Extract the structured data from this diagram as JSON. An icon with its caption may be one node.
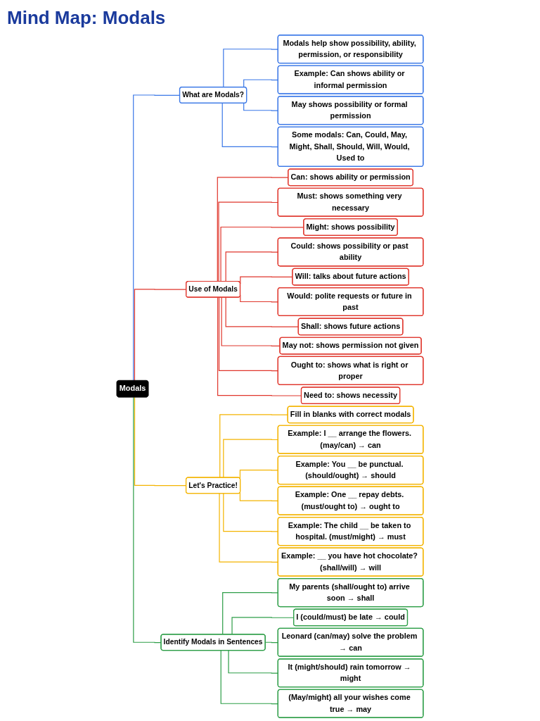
{
  "diagram": {
    "title": "Mind Map: Modals",
    "nodes": [
      {
        "text": [
          "Modals"
        ]
      },
      {
        "text": [
          "What are Modals?"
        ]
      },
      {
        "text": [
          "Modals help show possibility, ability, permission, or responsibility"
        ]
      },
      {
        "text": [
          "Example: Can shows ability or informal permission"
        ]
      },
      {
        "text": [
          "May shows possibility or formal permission"
        ]
      },
      {
        "text": [
          "Some modals: Can, Could, May, Might, Shall, Should, Will, Would, Used to"
        ]
      },
      {
        "text": [
          "Use of Modals"
        ]
      },
      {
        "text": [
          "Can: shows ability or permission"
        ]
      },
      {
        "text": [
          "Must: shows something very necessary"
        ]
      },
      {
        "text": [
          "Might: shows possibility"
        ]
      },
      {
        "text": [
          "Could: shows possibility or past ability"
        ]
      },
      {
        "text": [
          "Will: talks about future actions"
        ]
      },
      {
        "text": [
          "Would: polite requests or future in past"
        ]
      },
      {
        "text": [
          "Shall: shows future actions"
        ]
      },
      {
        "text": [
          "May not: shows permission not given"
        ]
      },
      {
        "text": [
          "Ought to: shows what is right or proper"
        ]
      },
      {
        "text": [
          "Need to: shows necessity"
        ]
      },
      {
        "text": [
          "Let's Practice!"
        ]
      },
      {
        "text": [
          "Fill in blanks with correct modals"
        ]
      },
      {
        "text": [
          "Example: I __ arrange the flowers. (may/can) → can"
        ]
      },
      {
        "text": [
          "Example: You __ be punctual. (should/ought) → should"
        ]
      },
      {
        "text": [
          "Example: One __ repay debts. (must/ought to) → ought to"
        ]
      },
      {
        "text": [
          "Example: The child __ be taken to hospital. (must/might) → must"
        ]
      },
      {
        "text": [
          "Example: __ you have hot chocolate? (shall/will) → will"
        ]
      },
      {
        "text": [
          "Identify Modals in Sentences"
        ]
      },
      {
        "text": [
          "My parents (shall/ought to) arrive soon → shall"
        ]
      },
      {
        "text": [
          "I (could/must) be late → could"
        ]
      },
      {
        "text": [
          "Leonard (can/may) solve the problem → can"
        ]
      },
      {
        "text": [
          "It (might/should) rain tomorrow → might"
        ]
      },
      {
        "text": [
          "(May/might) all your wishes come true → may"
        ]
      }
    ],
    "edges": [
      {
        "from": 0,
        "to": 1,
        "arrow": "none",
        "color": "#3b78e7"
      },
      {
        "from": 1,
        "to": 2,
        "arrow": "none",
        "color": "#3b78e7"
      },
      {
        "from": 1,
        "to": 3,
        "arrow": "none",
        "color": "#3b78e7"
      },
      {
        "from": 1,
        "to": 4,
        "arrow": "none",
        "color": "#3b78e7"
      },
      {
        "from": 1,
        "to": 5,
        "arrow": "none",
        "color": "#3b78e7"
      },
      {
        "from": 0,
        "to": 6,
        "arrow": "none",
        "color": "#e0362c"
      },
      {
        "from": 6,
        "to": 7,
        "arrow": "none",
        "color": "#e0362c"
      },
      {
        "from": 6,
        "to": 8,
        "arrow": "none",
        "color": "#e0362c"
      },
      {
        "from": 6,
        "to": 9,
        "arrow": "none",
        "color": "#e0362c"
      },
      {
        "from": 6,
        "to": 10,
        "arrow": "none",
        "color": "#e0362c"
      },
      {
        "from": 6,
        "to": 11,
        "arrow": "none",
        "color": "#e0362c"
      },
      {
        "from": 6,
        "to": 12,
        "arrow": "none",
        "color": "#e0362c"
      },
      {
        "from": 6,
        "to": 13,
        "arrow": "none",
        "color": "#e0362c"
      },
      {
        "from": 6,
        "to": 14,
        "arrow": "none",
        "color": "#e0362c"
      },
      {
        "from": 6,
        "to": 15,
        "arrow": "none",
        "color": "#e0362c"
      },
      {
        "from": 6,
        "to": 16,
        "arrow": "none",
        "color": "#e0362c"
      },
      {
        "from": 0,
        "to": 17,
        "arrow": "none",
        "color": "#f4b400"
      },
      {
        "from": 17,
        "to": 18,
        "arrow": "none",
        "color": "#f4b400"
      },
      {
        "from": 17,
        "to": 19,
        "arrow": "none",
        "color": "#f4b400"
      },
      {
        "from": 17,
        "to": 20,
        "arrow": "none",
        "color": "#f4b400"
      },
      {
        "from": 17,
        "to": 21,
        "arrow": "none",
        "color": "#f4b400"
      },
      {
        "from": 17,
        "to": 22,
        "arrow": "none",
        "color": "#f4b400"
      },
      {
        "from": 17,
        "to": 23,
        "arrow": "none",
        "color": "#f4b400"
      },
      {
        "from": 0,
        "to": 24,
        "arrow": "none",
        "color": "#2e9e48"
      },
      {
        "from": 24,
        "to": 25,
        "arrow": "none",
        "color": "#2e9e48"
      },
      {
        "from": 24,
        "to": 26,
        "arrow": "none",
        "color": "#2e9e48"
      },
      {
        "from": 24,
        "to": 27,
        "arrow": "none",
        "color": "#2e9e48"
      },
      {
        "from": 24,
        "to": 28,
        "arrow": "none",
        "color": "#2e9e48"
      },
      {
        "from": 24,
        "to": 29,
        "arrow": "none",
        "color": "#2e9e48"
      }
    ]
  }
}
